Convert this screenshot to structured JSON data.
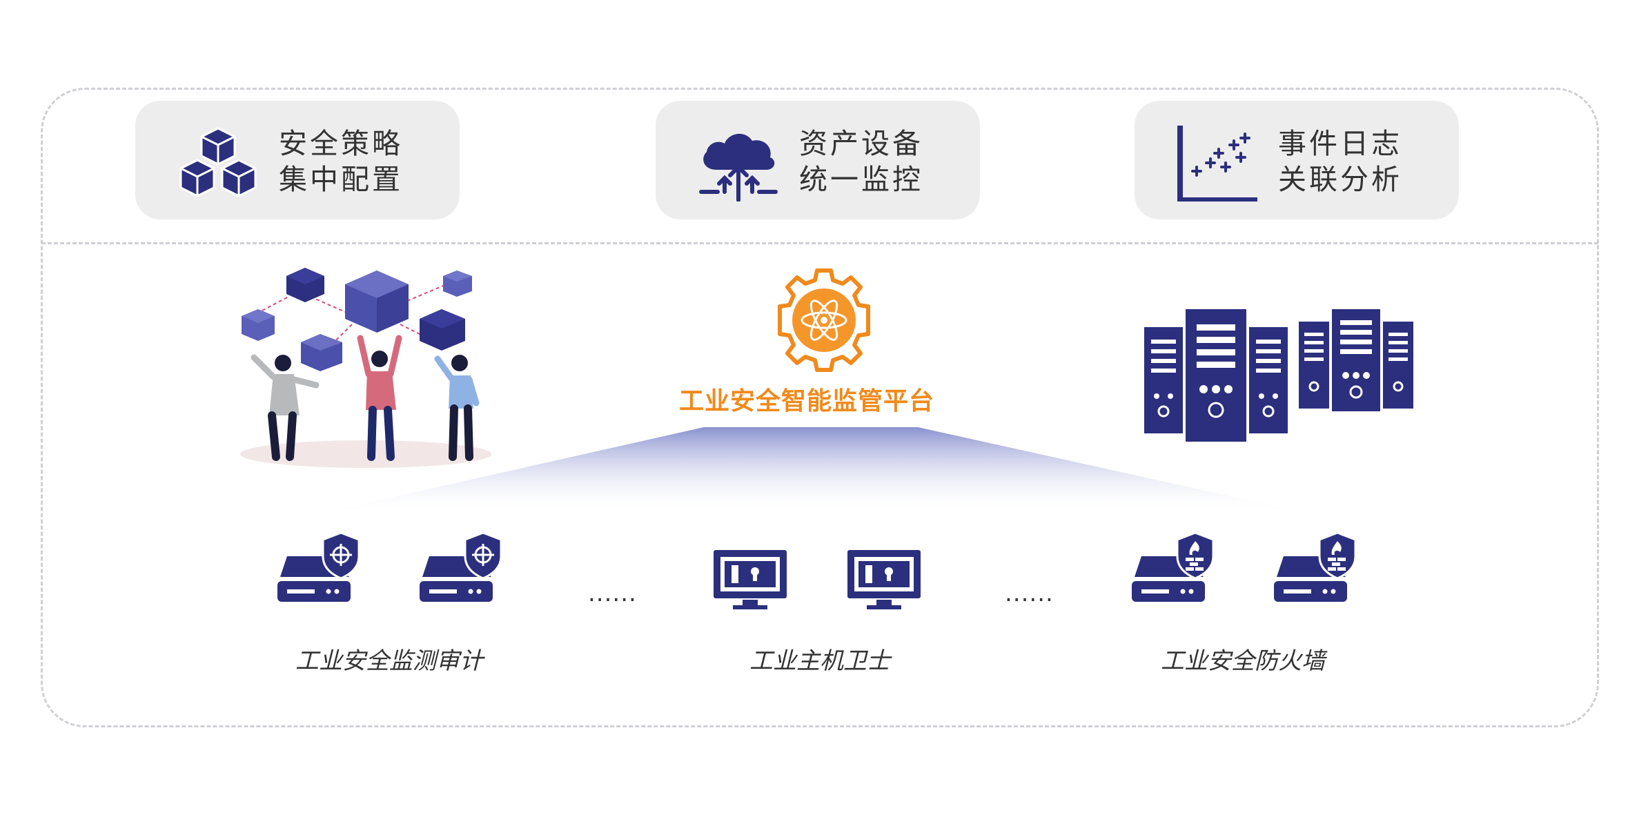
{
  "cards": [
    {
      "line1": "安全策略",
      "line2": "集中配置",
      "icon": "cubes-icon"
    },
    {
      "line1": "资产设备",
      "line2": "统一监控",
      "icon": "cloud-upload-icon"
    },
    {
      "line1": "事件日志",
      "line2": "关联分析",
      "icon": "scatter-chart-icon"
    }
  ],
  "platform": {
    "label": "工业安全智能监管平台",
    "icon": "gear-atom-icon"
  },
  "devices": [
    {
      "label": "工业安全监测审计",
      "icon": "server-target-shield-icon"
    },
    {
      "label": "工业主机卫士",
      "icon": "monitor-lock-icon"
    },
    {
      "label": "工业安全防火墙",
      "icon": "server-firewall-shield-icon"
    }
  ],
  "separators": [
    "......",
    "......"
  ],
  "colors": {
    "navy": "#2b2f7d",
    "orange": "#f08a1c",
    "card_bg": "#ededed",
    "border": "#cfcfd4"
  }
}
